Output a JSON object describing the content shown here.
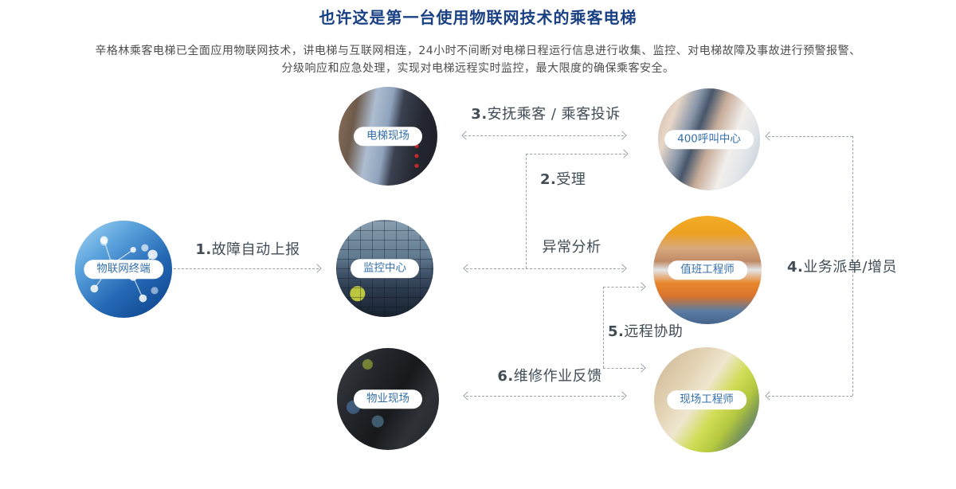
{
  "page": {
    "title": "也许这是第一台使用物联网技术的乘客电梯",
    "description_line1": "辛格林乘客电梯已全面应用物联网技术，讲电梯与互联网相连，24小时不间断对电梯日程运行信息进行收集、监控、对电梯故障及事故进行预警报警、",
    "description_line2": "分级响应和应急处理，实现对电梯远程实时监控，最大限度的确保乘客安全。"
  },
  "nodes": {
    "iot_terminal": {
      "label": "物联网终端"
    },
    "elevator_site": {
      "label": "电梯现场"
    },
    "call_center": {
      "label": "400呼叫中心"
    },
    "monitor_center": {
      "label": "监控中心"
    },
    "duty_engineer": {
      "label": "值班工程师"
    },
    "property_site": {
      "label": "物业现场"
    },
    "field_engineer": {
      "label": "现场工程师"
    }
  },
  "flows": {
    "step1": {
      "num": "1.",
      "label": "故障自动上报"
    },
    "step2": {
      "num": "2.",
      "label": "受理"
    },
    "step3": {
      "num": "3.",
      "label": "安抚乘客 / 乘客投诉"
    },
    "step4": {
      "num": "4.",
      "label": "业务派单/增员"
    },
    "step5": {
      "num": "5.",
      "label": "远程协助"
    },
    "step6": {
      "num": "6.",
      "label": "维修作业反馈"
    },
    "analysis": {
      "label": "异常分析"
    }
  },
  "colors": {
    "title_blue": "#1a4084",
    "body_text": "#4e4e4e",
    "pill_blue": "#3470ad",
    "step_text": "#414c56",
    "line_gray": "#9aa1a8"
  }
}
